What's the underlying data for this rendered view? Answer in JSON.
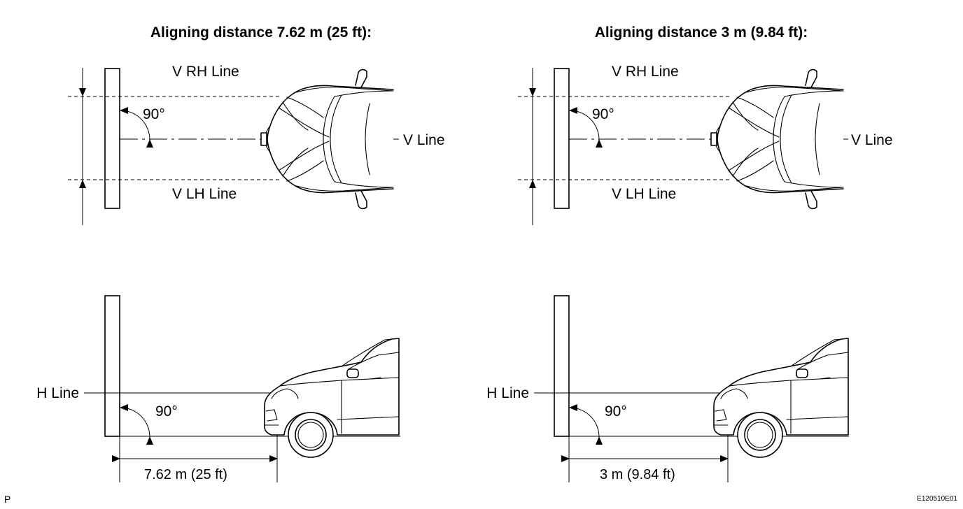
{
  "panels": {
    "left": {
      "title": "Aligning distance 7.62 m (25 ft):",
      "v_rh_line": "V RH Line",
      "v_line": "V Line",
      "v_lh_line": "V LH Line",
      "angle_top": "90°",
      "h_line": "H Line",
      "angle_bottom": "90°",
      "distance": "7.62 m (25 ft)"
    },
    "right": {
      "title": "Aligning distance 3 m (9.84 ft):",
      "v_rh_line": "V RH Line",
      "v_line": "V Line",
      "v_lh_line": "V LH Line",
      "angle_top": "90°",
      "h_line": "H Line",
      "angle_bottom": "90°",
      "distance": "3 m (9.84 ft)"
    }
  },
  "footer": {
    "corner_mark": "P",
    "figure_code": "E120510E01"
  }
}
